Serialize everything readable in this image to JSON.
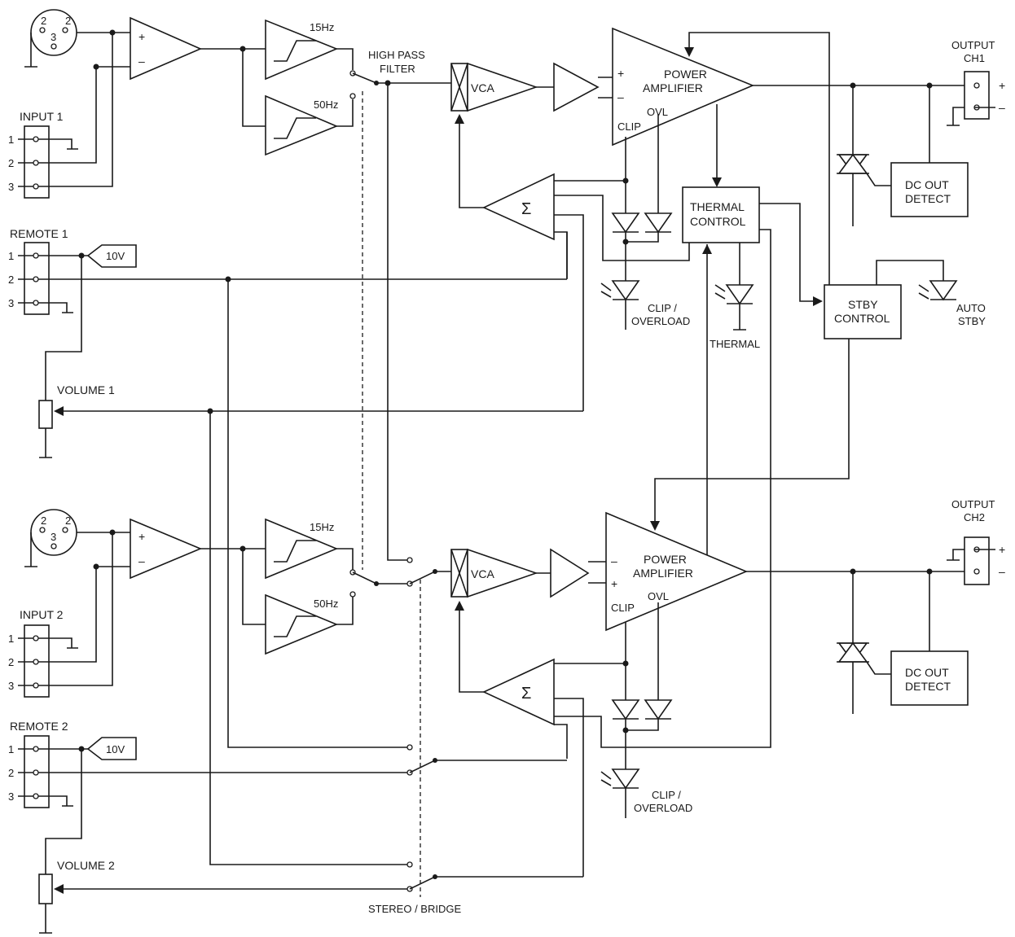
{
  "channel1": {
    "input_label": "INPUT 1",
    "remote_label": "REMOTE 1",
    "volume_label": "VOLUME 1",
    "ref_voltage": "10V",
    "hpf_title_line1": "HIGH PASS",
    "hpf_title_line2": "FILTER",
    "filter_a": "15Hz",
    "filter_b": "50Hz",
    "vca": "VCA",
    "amp_line1": "POWER",
    "amp_line2": "AMPLIFIER",
    "clip": "CLIP",
    "ovl": "OVL",
    "led_line1": "CLIP /",
    "led_line2": "OVERLOAD",
    "dc_line1": "DC OUT",
    "dc_line2": "DETECT",
    "out_line1": "OUTPUT",
    "out_line2": "CH1"
  },
  "channel2": {
    "input_label": "INPUT 2",
    "remote_label": "REMOTE 2",
    "volume_label": "VOLUME 2",
    "ref_voltage": "10V",
    "filter_a": "15Hz",
    "filter_b": "50Hz",
    "vca": "VCA",
    "amp_line1": "POWER",
    "amp_line2": "AMPLIFIER",
    "clip": "CLIP",
    "ovl": "OVL",
    "led_line1": "CLIP /",
    "led_line2": "OVERLOAD",
    "dc_line1": "DC OUT",
    "dc_line2": "DETECT",
    "out_line1": "OUTPUT",
    "out_line2": "CH2"
  },
  "shared": {
    "thermal_line1": "THERMAL",
    "thermal_line2": "CONTROL",
    "thermal_led": "THERMAL",
    "stby_line1": "STBY",
    "stby_line2": "CONTROL",
    "auto_line1": "AUTO",
    "auto_line2": "STBY",
    "mode_switch": "STEREO / BRIDGE"
  },
  "pins": {
    "xlr_2": "2",
    "xlr_3": "3",
    "p1": "1",
    "p2": "2",
    "p3": "3",
    "plus": "+",
    "minus": "–",
    "sigma": "Σ"
  }
}
